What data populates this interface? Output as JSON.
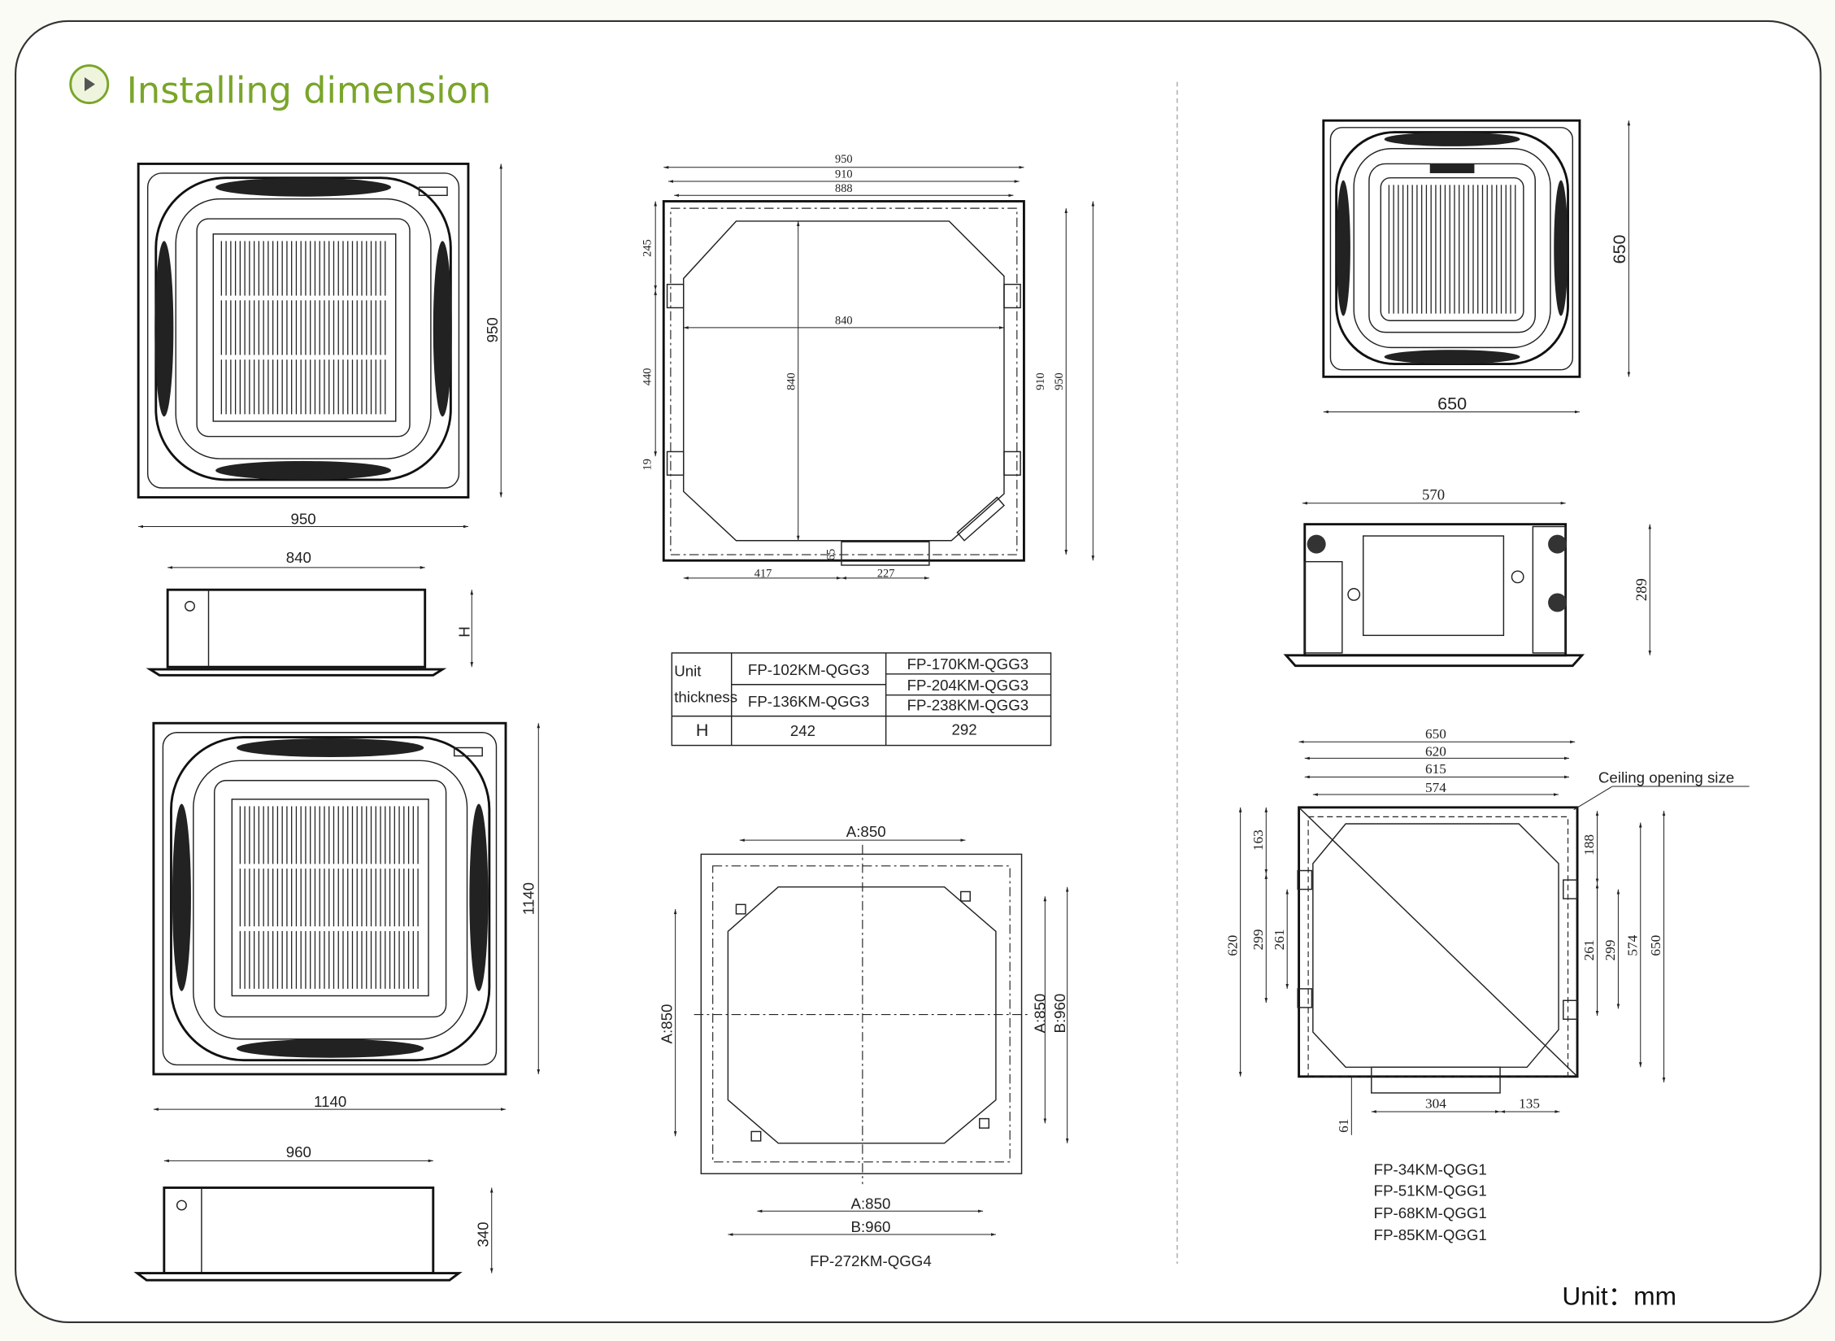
{
  "header": {
    "title": "Installing dimension",
    "icon": "arrow-circle-icon",
    "accent": "#7aa52a"
  },
  "unit_label": "Unit：mm",
  "left": {
    "top_view_950": {
      "width": "950",
      "height": "950"
    },
    "side_view_840": {
      "width": "840",
      "height": "H"
    },
    "top_view_1140": {
      "width": "1140",
      "height": "1140"
    },
    "side_view_960": {
      "width": "960",
      "height": "340"
    }
  },
  "middle": {
    "plan_950": {
      "w950": "950",
      "w910": "910",
      "w888": "888",
      "d245": "245",
      "d440": "440",
      "d19": "19",
      "d840h": "840",
      "d840v": "840",
      "d910": "910",
      "d950": "950",
      "d65": "65",
      "d417": "417",
      "d227": "227"
    },
    "table": {
      "header_label": "Unit thickness",
      "header_line1": "Unit",
      "header_line2": "thickness",
      "col1_models": [
        "FP-102KM-QGG3",
        "FP-136KM-QGG3"
      ],
      "col2_models": [
        "FP-170KM-QGG3",
        "FP-204KM-QGG3",
        "FP-238KM-QGG3"
      ],
      "row_label": "H",
      "values": [
        "242",
        "292"
      ]
    },
    "plan_272": {
      "top": "A:850",
      "bottom_a": "A:850",
      "bottom_b": "B:960",
      "left": "A:850",
      "right_a": "A:850",
      "right_b": "B:960",
      "model": "FP-272KM-QGG4"
    }
  },
  "right": {
    "top_view_650": {
      "width": "650",
      "height": "650"
    },
    "side_view": {
      "width": "570",
      "height": "289"
    },
    "plan": {
      "w650": "650",
      "w620": "620",
      "w615": "615",
      "w574": "574",
      "callout": "Ceiling opening size",
      "l163": "163",
      "l299": "299",
      "l261": "261",
      "l620": "620",
      "r188": "188",
      "r261": "261",
      "r299": "299",
      "r574": "574",
      "r650": "650",
      "b304": "304",
      "b135": "135",
      "b61": "61"
    },
    "models": [
      "FP-34KM-QGG1",
      "FP-51KM-QGG1",
      "FP-68KM-QGG1",
      "FP-85KM-QGG1"
    ]
  }
}
